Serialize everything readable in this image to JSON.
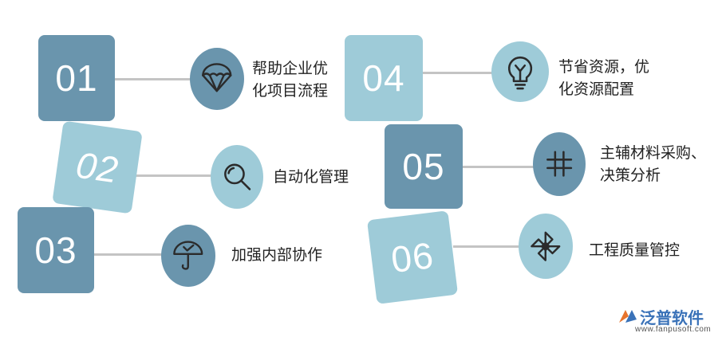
{
  "items": [
    {
      "number": "01",
      "lines": [
        "帮助企业优",
        "化项目流程"
      ],
      "icon": "parachute-icon"
    },
    {
      "number": "02",
      "lines": [
        "自动化管理"
      ],
      "icon": "magnifier-icon"
    },
    {
      "number": "03",
      "lines": [
        "加强内部协作"
      ],
      "icon": "umbrella-icon"
    },
    {
      "number": "04",
      "lines": [
        "节省资源，优",
        "化资源配置"
      ],
      "icon": "lightbulb-icon"
    },
    {
      "number": "05",
      "lines": [
        "主辅材料采购、",
        "决策分析"
      ],
      "icon": "hash-icon"
    },
    {
      "number": "06",
      "lines": [
        "工程质量管控"
      ],
      "icon": "pinwheel-icon"
    }
  ],
  "colors": {
    "dark": "#6a95ad",
    "light": "#9ecbd8",
    "connector": "#c4c4c4",
    "icon_stroke": "#2b2b2b"
  },
  "logo": {
    "name": "泛普软件",
    "url": "www.fanpusoft.com"
  }
}
